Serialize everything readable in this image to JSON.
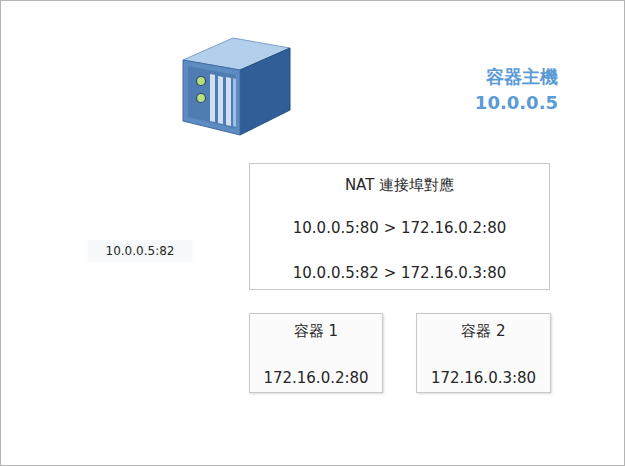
{
  "diagram": {
    "nodes": [
      {
        "text": [
          "容器主機",
          "10.0.0.5"
        ]
      },
      {
        "text": [
          "NAT 連接埠對應",
          "10.0.0.5:80 > 172.16.0.2:80",
          "10.0.0.5:82 > 172.16.0.3:80"
        ],
        "in": 0
      },
      {
        "text": [
          "容器 1",
          "172.16.0.2:80"
        ],
        "in": 0
      },
      {
        "text": [
          "容器 2",
          "172.16.0.3:80"
        ],
        "in": 0
      },
      {
        "text": [
          "10.0.0.5:82"
        ]
      }
    ]
  }
}
